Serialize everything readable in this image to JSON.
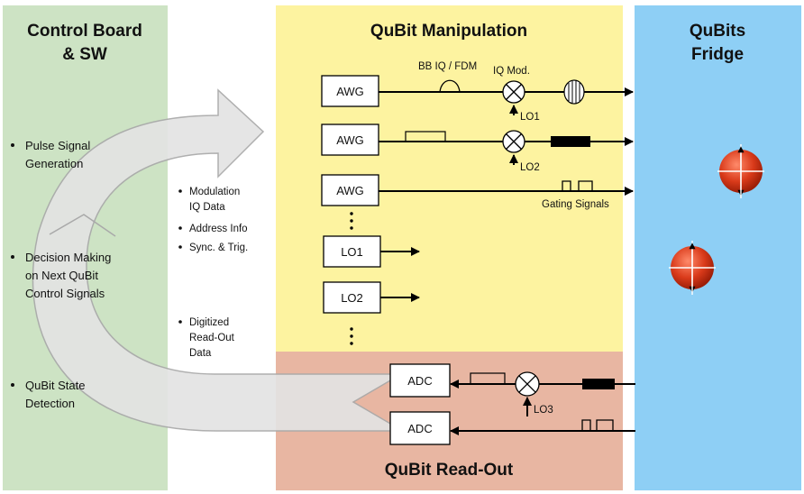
{
  "panels": {
    "control": {
      "title_line1": "Control Board",
      "title_line2": "& SW",
      "color": "#cde3c4"
    },
    "manipulation": {
      "title": "QuBit Manipulation",
      "color": "#fdf3a0"
    },
    "fridge": {
      "title_line1": "QuBits",
      "title_line2": "Fridge",
      "color": "#8ecff5"
    },
    "readout": {
      "title": "QuBit Read-Out",
      "color": "#e8b6a2"
    }
  },
  "control_bullets": [
    {
      "line1": "Pulse Signal",
      "line2": "Generation",
      "line3": ""
    },
    {
      "line1": "Decision Making",
      "line2": "on Next QuBit",
      "line3": "Control Signals"
    },
    {
      "line1": "QuBit State",
      "line2": "Detection",
      "line3": ""
    }
  ],
  "interface_bullets": {
    "outgoing": [
      "Modulation",
      "IQ Data",
      "Address Info",
      "Sync. & Trig."
    ],
    "incoming": [
      "Digitized",
      "Read-Out",
      "Data"
    ]
  },
  "blocks": {
    "awg": "AWG",
    "lo1": "LO1",
    "lo2": "LO2",
    "adc": "ADC"
  },
  "labels": {
    "bb_iq_fdm": "BB IQ / FDM",
    "iq_mod": "IQ Mod.",
    "lo1": "LO1",
    "lo2": "LO2",
    "lo3": "LO3",
    "gating": "Gating Signals"
  },
  "colors": {
    "qubit": "#d93a1a",
    "arrow_fill": "#e3e3e3",
    "arrow_stroke": "#a9a9a9"
  }
}
